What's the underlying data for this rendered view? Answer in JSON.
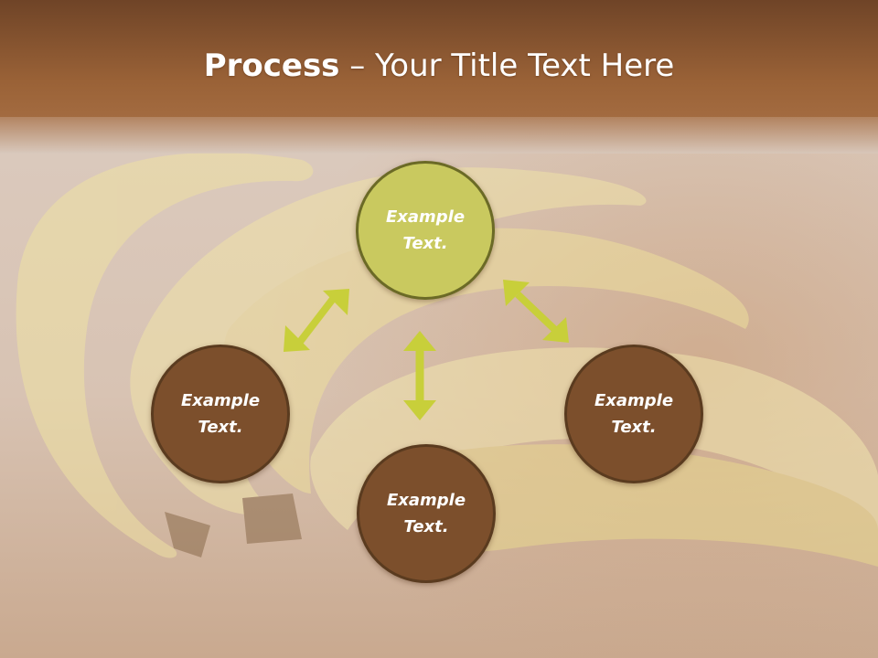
{
  "title": {
    "bold": "Process",
    "rest": " – Your Title Text Here"
  },
  "colors": {
    "header_brown": "#7a4a2a",
    "circle_brown": "#7c4f2c",
    "circle_border": "#5a3b1f",
    "circle_green": "#c9c95f",
    "circle_green_border": "#6b6a26",
    "arrow": "#c8cf3a"
  },
  "nodes": {
    "top": {
      "label": "Example Text."
    },
    "left": {
      "label": "Example Text."
    },
    "right": {
      "label": "Example Text."
    },
    "bottom": {
      "label": "Example Text."
    }
  },
  "icons": {
    "arrows": "double-headed-arrow"
  }
}
